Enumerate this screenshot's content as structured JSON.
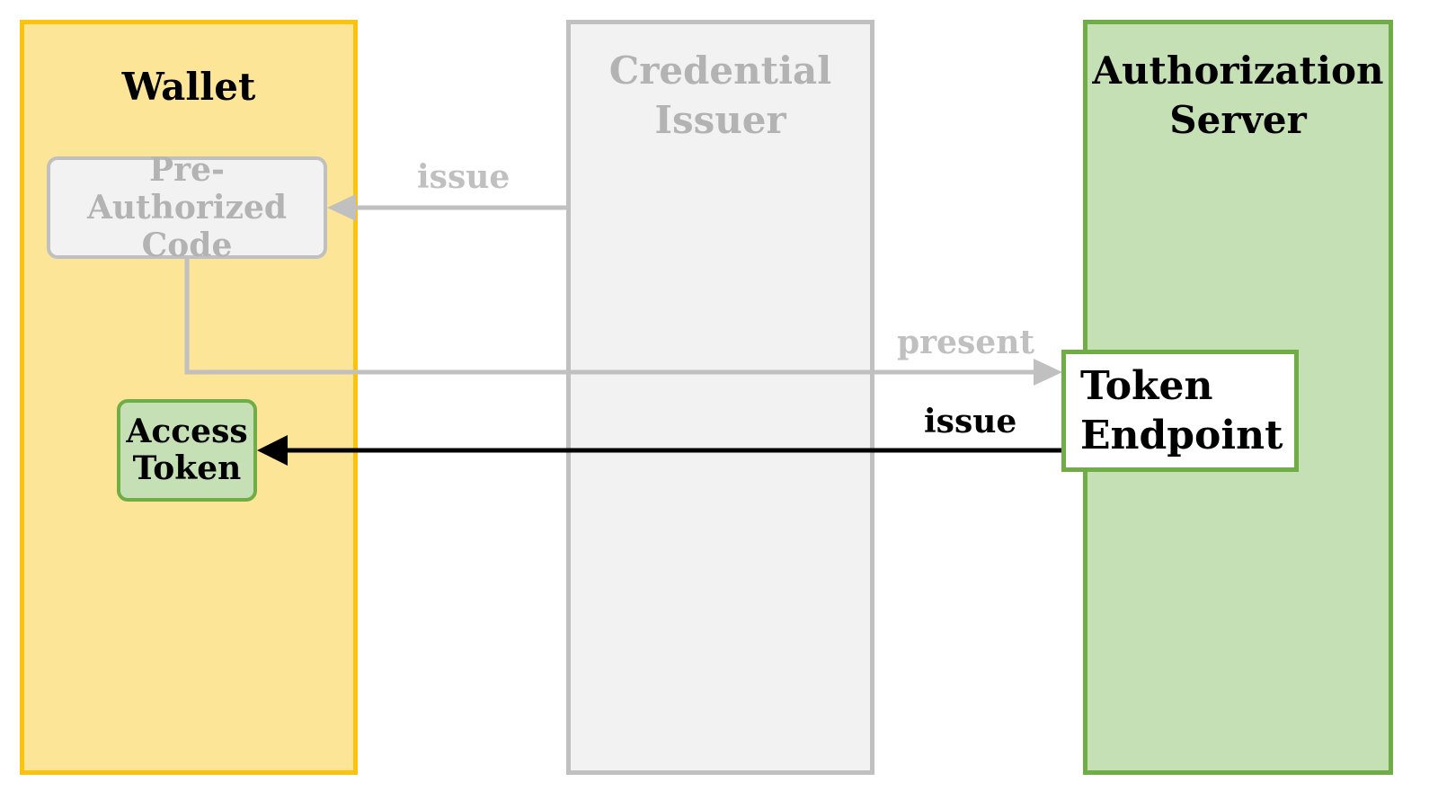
{
  "lanes": {
    "wallet": {
      "title": "Wallet",
      "fill": "#fde598",
      "border": "#fbc30b",
      "text_color": "#000000"
    },
    "issuer": {
      "title": "Credential\nIssuer",
      "fill": "#f2f2f2",
      "border": "#c0c0c0",
      "text_color": "#b3b3b3"
    },
    "auth_server": {
      "title": "Authorization\nServer",
      "fill": "#c5e0b4",
      "border": "#70ad47",
      "text_color": "#000000"
    }
  },
  "boxes": {
    "pre_authorized_code": {
      "label": "Pre-Authorized\nCode",
      "fill": "#f2f2f2",
      "border": "#c0c0c0",
      "text_color": "#b3b3b3"
    },
    "access_token": {
      "label": "Access\nToken",
      "fill": "#c5e0b4",
      "border": "#70ad47",
      "text_color": "#000000"
    },
    "token_endpoint": {
      "label": "Token\nEndpoint",
      "fill": "#ffffff",
      "border": "#70ad47",
      "text_color": "#000000"
    }
  },
  "edges": {
    "issue_code": {
      "label": "issue",
      "color": "#c0c0c0",
      "from": "Credential Issuer",
      "to": "Pre-Authorized Code"
    },
    "present": {
      "label": "present",
      "color": "#c0c0c0",
      "from": "Pre-Authorized Code",
      "to": "Token Endpoint"
    },
    "issue_token": {
      "label": "issue",
      "color": "#000000",
      "from": "Token Endpoint",
      "to": "Access Token"
    }
  }
}
